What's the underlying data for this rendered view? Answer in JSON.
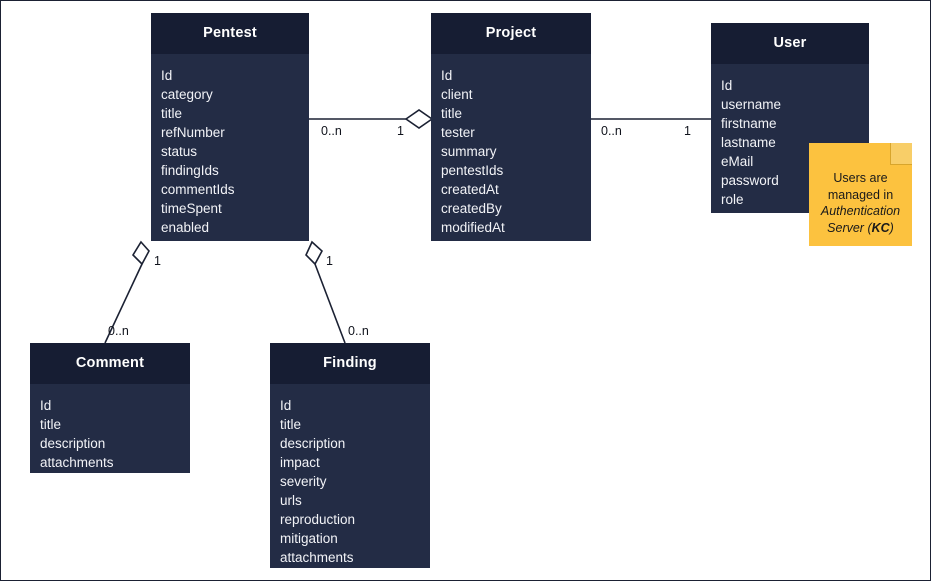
{
  "diagram": {
    "title": "Pentest data model class diagram",
    "background": "#ffffff",
    "class_fill": "#232c45",
    "class_header_fill": "#161d33",
    "line_color": "#1b2133",
    "note_fill": "#fcc23f"
  },
  "classes": [
    {
      "name": "Pentest",
      "attributes": [
        "Id",
        "category",
        "title",
        "refNumber",
        "status",
        "findingIds",
        "commentIds",
        "timeSpent",
        "enabled"
      ]
    },
    {
      "name": "Project",
      "attributes": [
        "Id",
        "client",
        "title",
        "tester",
        "summary",
        "pentestIds",
        "createdAt",
        "createdBy",
        "modifiedAt"
      ]
    },
    {
      "name": "User",
      "attributes": [
        "Id",
        "username",
        "firstname",
        "lastname",
        "eMail",
        "password",
        "role"
      ]
    },
    {
      "name": "Comment",
      "attributes": [
        "Id",
        "title",
        "description",
        "attachments"
      ]
    },
    {
      "name": "Finding",
      "attributes": [
        "Id",
        "title",
        "description",
        "impact",
        "severity",
        "urls",
        "reproduction",
        "mitigation",
        "attachments"
      ]
    }
  ],
  "relations": [
    {
      "from": "Pentest",
      "to": "Project",
      "from_multiplicity": "0..n",
      "to_multiplicity": "1",
      "aggregation_at": "Project"
    },
    {
      "from": "Project",
      "to": "User",
      "from_multiplicity": "0..n",
      "to_multiplicity": "1",
      "aggregation_at": "none"
    },
    {
      "from": "Comment",
      "to": "Pentest",
      "from_multiplicity": "0..n",
      "to_multiplicity": "1",
      "aggregation_at": "Pentest"
    },
    {
      "from": "Finding",
      "to": "Pentest",
      "from_multiplicity": "0..n",
      "to_multiplicity": "1",
      "aggregation_at": "Pentest"
    }
  ],
  "note": {
    "line1": "Users are",
    "line2": "managed in",
    "line3": "Authentication",
    "line4_prefix": "Server (",
    "line4_bold": "KC",
    "line4_suffix": ")"
  },
  "multiplicity_labels": {
    "pentest_project_left": "0..n",
    "pentest_project_right": "1",
    "project_user_left": "0..n",
    "project_user_right": "1",
    "pentest_comment_near": "1",
    "pentest_comment_far": "0..n",
    "pentest_finding_near": "1",
    "pentest_finding_far": "0..n"
  }
}
